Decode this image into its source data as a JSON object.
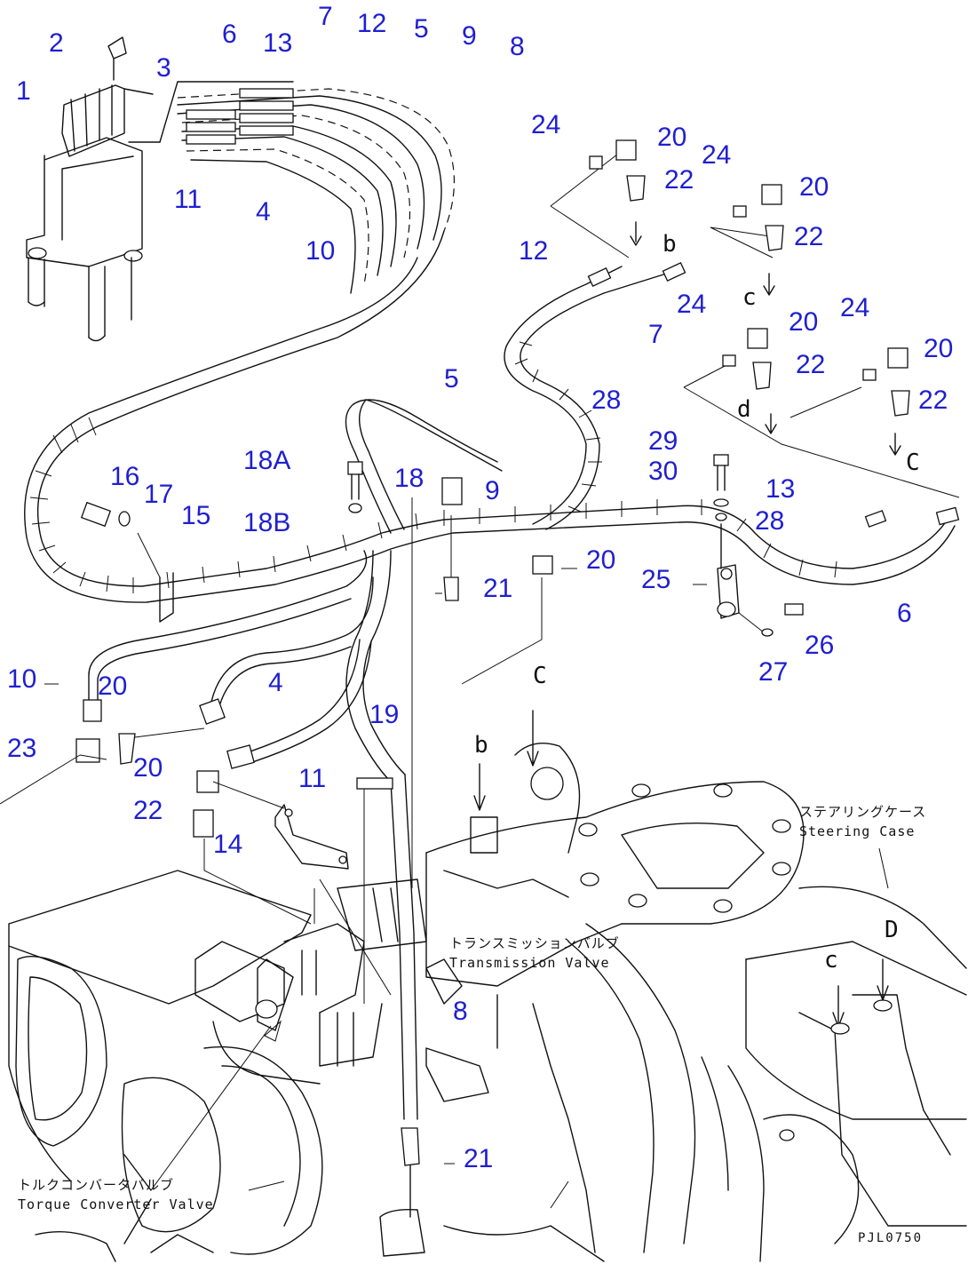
{
  "figure_code": "PJL0750",
  "callouts": [
    {
      "id": "c-2",
      "text": "2"
    },
    {
      "id": "c-1",
      "text": "1"
    },
    {
      "id": "c-3",
      "text": "3"
    },
    {
      "id": "c-6",
      "text": "6"
    },
    {
      "id": "c-13",
      "text": "13"
    },
    {
      "id": "c-7",
      "text": "7"
    },
    {
      "id": "c-12",
      "text": "12"
    },
    {
      "id": "c-5",
      "text": "5"
    },
    {
      "id": "c-9",
      "text": "9"
    },
    {
      "id": "c-8",
      "text": "8"
    },
    {
      "id": "c-11",
      "text": "11"
    },
    {
      "id": "c-4",
      "text": "4"
    },
    {
      "id": "c-10",
      "text": "10"
    },
    {
      "id": "c-24a",
      "text": "24"
    },
    {
      "id": "c-20a",
      "text": "20"
    },
    {
      "id": "c-22a",
      "text": "22"
    },
    {
      "id": "c-24b",
      "text": "24"
    },
    {
      "id": "c-20b",
      "text": "20"
    },
    {
      "id": "c-22b",
      "text": "22"
    },
    {
      "id": "c-12b",
      "text": "12"
    },
    {
      "id": "c-7b",
      "text": "7"
    },
    {
      "id": "c-24c",
      "text": "24"
    },
    {
      "id": "c-20c",
      "text": "20"
    },
    {
      "id": "c-22c",
      "text": "22"
    },
    {
      "id": "c-24d",
      "text": "24"
    },
    {
      "id": "c-20d",
      "text": "20"
    },
    {
      "id": "c-22d",
      "text": "22"
    },
    {
      "id": "c-5b",
      "text": "5"
    },
    {
      "id": "c-28a",
      "text": "28"
    },
    {
      "id": "c-29",
      "text": "29"
    },
    {
      "id": "c-30",
      "text": "30"
    },
    {
      "id": "c-13b",
      "text": "13"
    },
    {
      "id": "c-28b",
      "text": "28"
    },
    {
      "id": "c-18A",
      "text": "18A"
    },
    {
      "id": "c-18",
      "text": "18"
    },
    {
      "id": "c-9b",
      "text": "9"
    },
    {
      "id": "c-16",
      "text": "16"
    },
    {
      "id": "c-17",
      "text": "17"
    },
    {
      "id": "c-15",
      "text": "15"
    },
    {
      "id": "c-18B",
      "text": "18B"
    },
    {
      "id": "c-21a",
      "text": "21"
    },
    {
      "id": "c-20e",
      "text": "20"
    },
    {
      "id": "c-25",
      "text": "25"
    },
    {
      "id": "c-6b",
      "text": "6"
    },
    {
      "id": "c-26",
      "text": "26"
    },
    {
      "id": "c-27",
      "text": "27"
    },
    {
      "id": "c-10b",
      "text": "10"
    },
    {
      "id": "c-20f",
      "text": "20"
    },
    {
      "id": "c-4b",
      "text": "4"
    },
    {
      "id": "c-23",
      "text": "23"
    },
    {
      "id": "c-19",
      "text": "19"
    },
    {
      "id": "c-11b",
      "text": "11"
    },
    {
      "id": "c-20g",
      "text": "20"
    },
    {
      "id": "c-22e",
      "text": "22"
    },
    {
      "id": "c-14",
      "text": "14"
    },
    {
      "id": "c-8b",
      "text": "8"
    },
    {
      "id": "c-21b",
      "text": "21"
    }
  ],
  "letters": [
    {
      "id": "l-b1",
      "text": "b"
    },
    {
      "id": "l-c1",
      "text": "c"
    },
    {
      "id": "l-d1",
      "text": "d"
    },
    {
      "id": "l-C1",
      "text": "C"
    },
    {
      "id": "l-C2",
      "text": "C"
    },
    {
      "id": "l-b2",
      "text": "b"
    },
    {
      "id": "l-c2",
      "text": "c"
    },
    {
      "id": "l-d2",
      "text": "D"
    }
  ],
  "labels": {
    "steering_jp": "ステアリングケース",
    "steering_en": "Steering Case",
    "transmission_jp": "トランスミッションバルブ",
    "transmission_en": "Transmission Valve",
    "torque_jp": "トルクコンバータバルブ",
    "torque_en": "Torque Converter Valve"
  }
}
